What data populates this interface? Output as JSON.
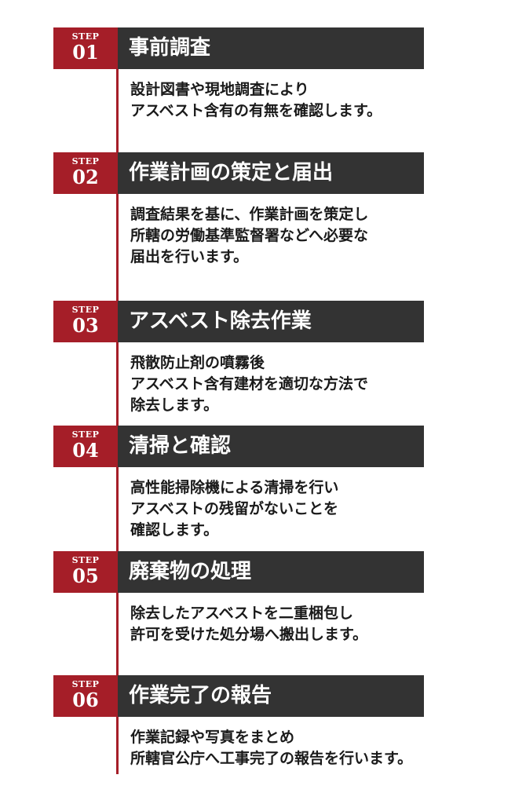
{
  "steps": [
    {
      "label": "STEP",
      "number": "01",
      "title": "事前調査",
      "lines": [
        "設計図書や現地調査により",
        "アスベスト含有の有無を確認します。"
      ]
    },
    {
      "label": "STEP",
      "number": "02",
      "title": "作業計画の策定と届出",
      "lines": [
        "調査結果を基に、作業計画を策定し",
        "所轄の労働基準監督署などへ必要な",
        "届出を行います。"
      ]
    },
    {
      "label": "STEP",
      "number": "03",
      "title": "アスベスト除去作業",
      "lines": [
        "飛散防止剤の噴霧後",
        "アスベスト含有建材を適切な方法で",
        "除去します。"
      ]
    },
    {
      "label": "STEP",
      "number": "04",
      "title": "清掃と確認",
      "lines": [
        "高性能掃除機による清掃を行い",
        "アスベストの残留がないことを",
        "確認します。"
      ]
    },
    {
      "label": "STEP",
      "number": "05",
      "title": "廃棄物の処理",
      "lines": [
        "除去したアスベストを二重梱包し",
        "許可を受けた処分場へ搬出します。"
      ]
    },
    {
      "label": "STEP",
      "number": "06",
      "title": "作業完了の報告",
      "lines": [
        "作業記録や写真をまとめ",
        "所轄官公庁へ工事完了の報告を行います。"
      ]
    }
  ]
}
